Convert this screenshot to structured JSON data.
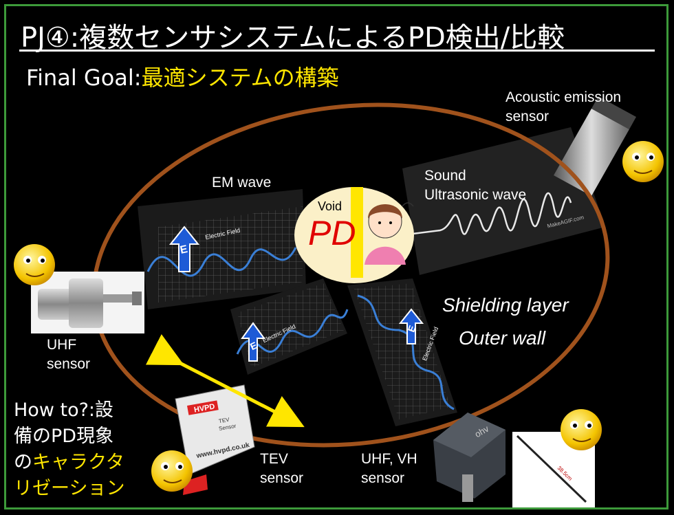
{
  "title": "PJ④:複数センサシステムによるPD検出/比較",
  "goal": {
    "prefix": "Final Goal:",
    "accent": "最適システムの構築"
  },
  "labels": {
    "acoustic_line1": "Acoustic emission",
    "acoustic_line2": "sensor",
    "em_wave": "EM wave",
    "void": "Void",
    "pd": "PD",
    "sound_line1": "Sound",
    "sound_line2": "Ultrasonic wave",
    "shield_line1": "Shielding layer",
    "shield_line2": "Outer wall",
    "uhf_line1": "UHF",
    "uhf_line2": "sensor",
    "tev_line1": "TEV",
    "tev_line2": "sensor",
    "uhfvhf_line1": "UHF, VH",
    "uhfvhf_line2": "sensor",
    "electric_field": "Electric Field",
    "e_symbol": "E",
    "makeagif": "MakeAGIF.com",
    "hvpd_brand": "HVPD",
    "hvpd_url": "www.hvpd.co.uk",
    "hvpd_tev": "TEV",
    "hvpd_sensor": "Sensor",
    "ohv": "ohv",
    "antenna_len": "38.5cm"
  },
  "howto": {
    "line1": "How to?:設",
    "line2": "備のPD現象",
    "line3_prefix": "の",
    "line3_accent": "キャラクタ",
    "line4_accent": "リゼーション"
  },
  "colors": {
    "frame": "#3d9a3a",
    "ellipse": "#a0521c",
    "accent_yellow": "#ffe600",
    "pd_red": "#e00000",
    "void_fill": "#fbf0c8",
    "wave_blue": "#3a7fd6"
  }
}
